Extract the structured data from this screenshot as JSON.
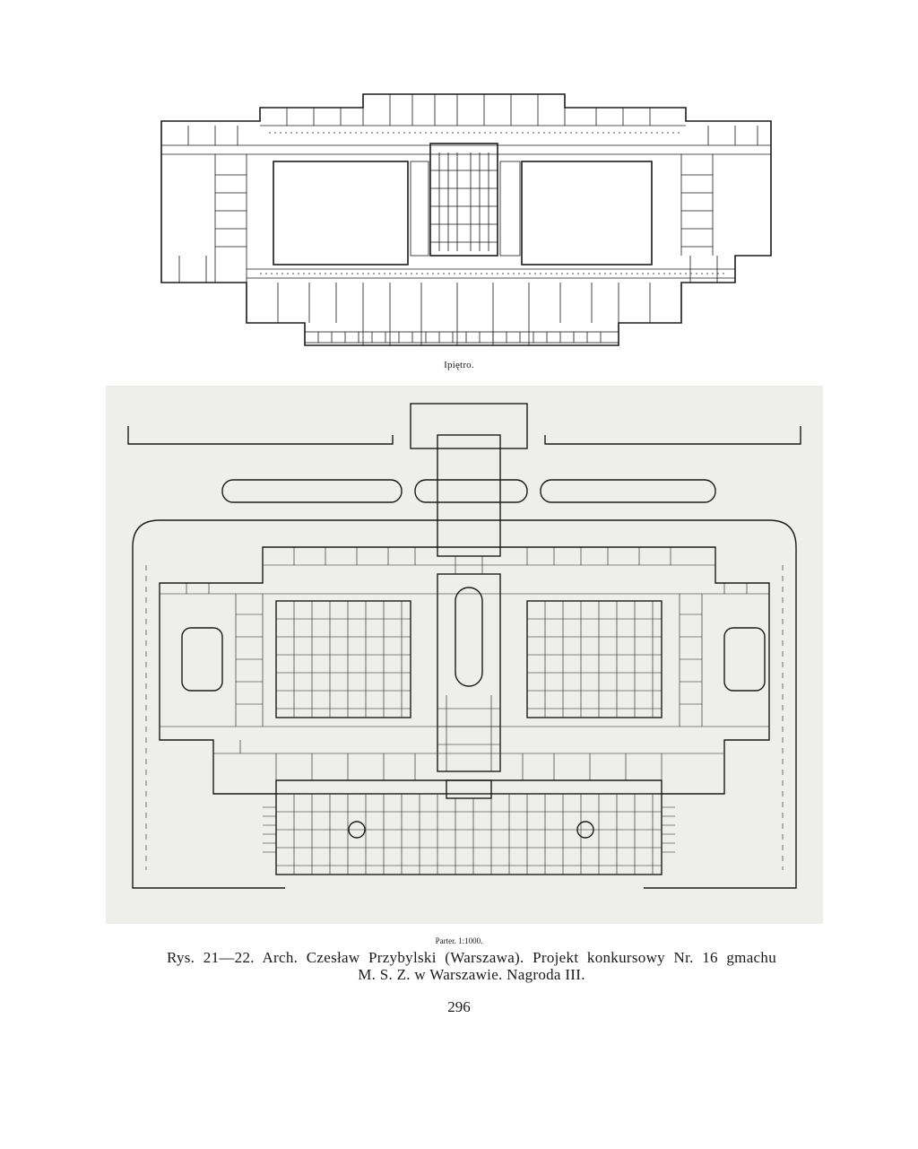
{
  "figures": {
    "upper_plan": {
      "caption": "Ipiętro."
    },
    "lower_plan": {
      "caption": "Parter. 1:1000."
    }
  },
  "caption": {
    "line1": "Rys. 21—22. Arch. Czesław Przybylski (Warszawa). Projekt konkursowy Nr. 16 gmachu",
    "line2": "M. S. Z. w Warszawie. Nagroda III."
  },
  "page_number": "296",
  "colors": {
    "ink": "#1a1a1a",
    "paper": "#ffffff",
    "scan_tint": "#eeeeea"
  }
}
